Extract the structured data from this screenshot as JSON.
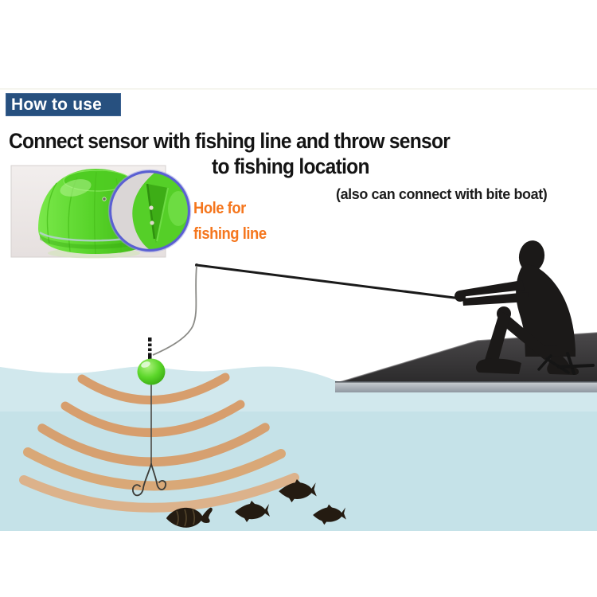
{
  "badge": {
    "label": "How to use",
    "bg_color": "#27507f",
    "text_color": "#ffffff"
  },
  "heading": {
    "line1": "Connect sensor with fishing line and throw sensor",
    "line2": "to fishing location",
    "color": "#141414"
  },
  "subnote": {
    "text": "(also can connect with bite boat)",
    "color": "#1c1c1c"
  },
  "callout": {
    "line1": "Hole for",
    "line2": "fishing line",
    "color": "#f5761d"
  },
  "illustration": {
    "objects": [
      "sensor-photo",
      "sensor-dome",
      "magnifier",
      "fisherman-silhouette",
      "fishing-rod",
      "fishing-line",
      "sensor-float",
      "float-antenna",
      "sonar-waves",
      "fishing-hooks",
      "fish-school",
      "dock",
      "stool",
      "water"
    ],
    "sonar_wave_count": 5,
    "fish_count": 4,
    "hook_count": 2,
    "colors": {
      "water": "#c5e2e8",
      "water_light_band": "#d6edf1",
      "sonar_arc": "#d79e6d",
      "sensor_green": "#58d42a",
      "sensor_green_dark": "#3dad16",
      "silhouette_black": "#1b1918",
      "dock_top": "#383738",
      "dock_edge_gray": "#a8afb7",
      "magnifier_ring": "#5a5fd2",
      "photo_backdrop": "#ece7e6",
      "fish": "#241b11"
    }
  }
}
